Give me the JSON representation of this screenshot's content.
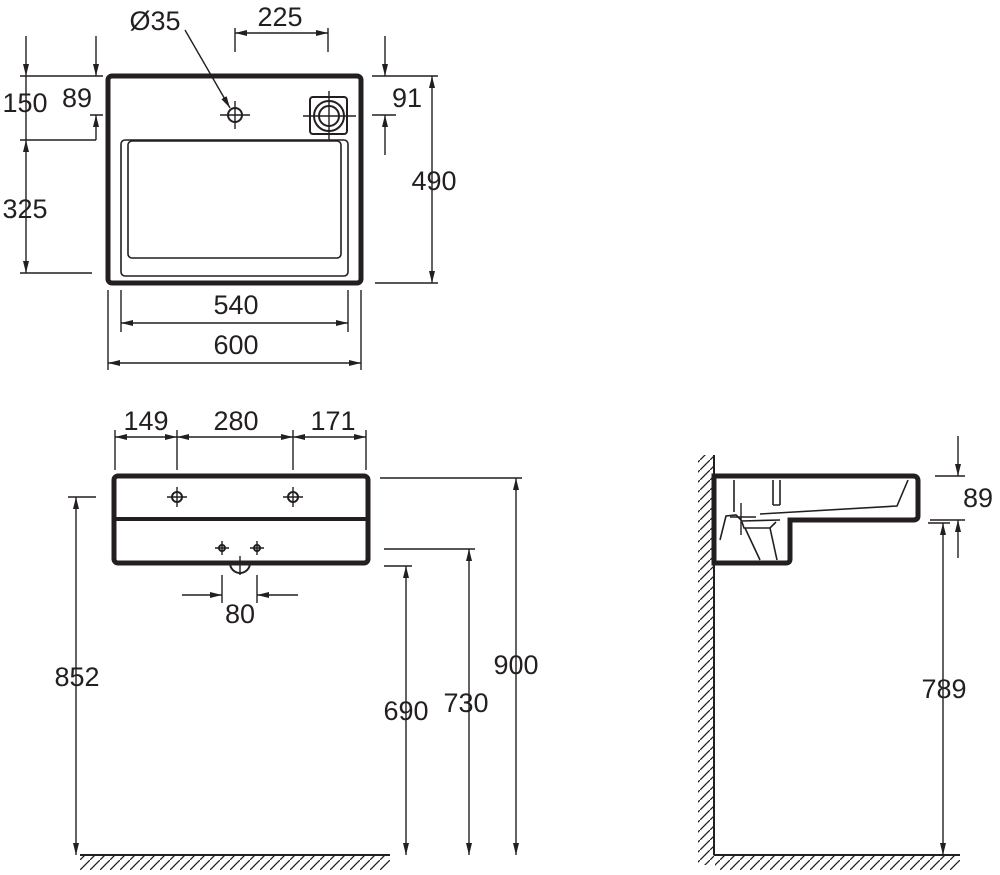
{
  "title": "Washbasin dimension drawing",
  "top_view": {
    "hole_diameter": "Ø35",
    "tap_offset": "225",
    "d89": "89",
    "d150": "150",
    "d325": "325",
    "d91": "91",
    "depth": "490",
    "inner_width": "540",
    "width": "600"
  },
  "front_view": {
    "d149": "149",
    "d280": "280",
    "d171": "171",
    "d80": "80",
    "d852": "852",
    "d690": "690",
    "d730": "730",
    "d900": "900"
  },
  "side_view": {
    "d89": "89",
    "d789": "789"
  }
}
